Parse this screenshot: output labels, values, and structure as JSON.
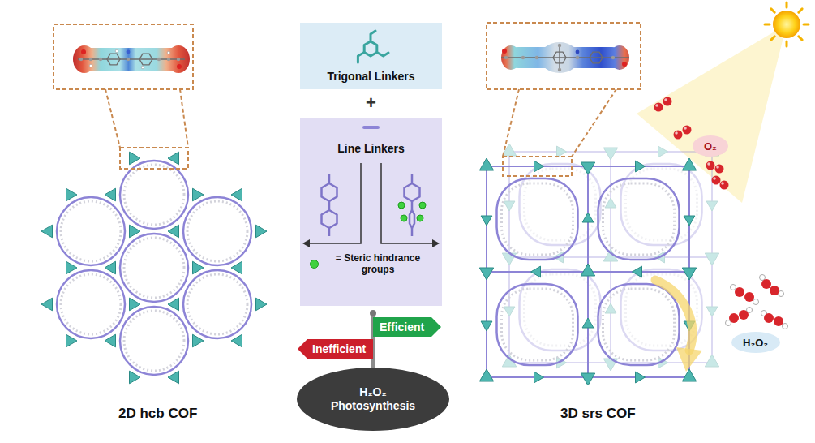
{
  "diagram": {
    "nodes": [
      {
        "text": [
          "Trigonal Linkers"
        ]
      },
      {
        "text": [
          "Line Linkers"
        ]
      },
      {
        "text": [
          "Efficient"
        ]
      },
      {
        "text": [
          "Inefficient"
        ]
      },
      {
        "text": [
          "H₂O₂ Photosynthesis"
        ]
      }
    ],
    "labels": [
      "+",
      "2D hcb COF",
      "3D srs COF",
      "O₂",
      "H₂O₂"
    ],
    "legend": [
      {
        "text": "= Steric hindrance groups",
        "color": "#3fd13f"
      }
    ]
  }
}
